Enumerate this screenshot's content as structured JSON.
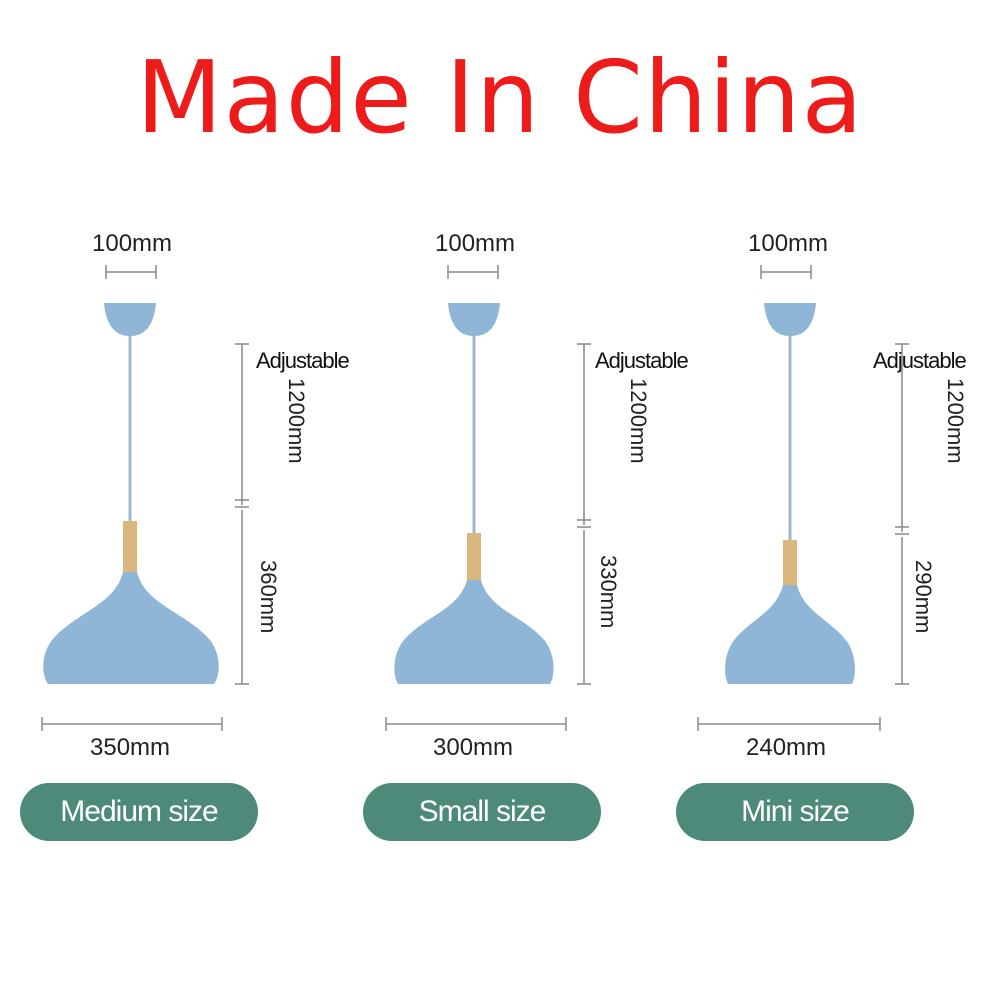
{
  "headline": "Made In China",
  "colors": {
    "headline": "#ee1b1b",
    "shade": "#8fb6d6",
    "wood": "#d9b77e",
    "pill": "#4e8a7a",
    "dimension": "#888888"
  },
  "lamps": [
    {
      "canopy": "100mm",
      "adjustable": "Adjustable",
      "cord": "1200mm",
      "height": "360mm",
      "width": "350mm",
      "size_label": "Medium size"
    },
    {
      "canopy": "100mm",
      "adjustable": "Adjustable",
      "cord": "1200mm",
      "height": "330mm",
      "width": "300mm",
      "size_label": "Small size"
    },
    {
      "canopy": "100mm",
      "adjustable": "Adjustable",
      "cord": "1200mm",
      "height": "290mm",
      "width": "240mm",
      "size_label": "Mini size"
    }
  ]
}
